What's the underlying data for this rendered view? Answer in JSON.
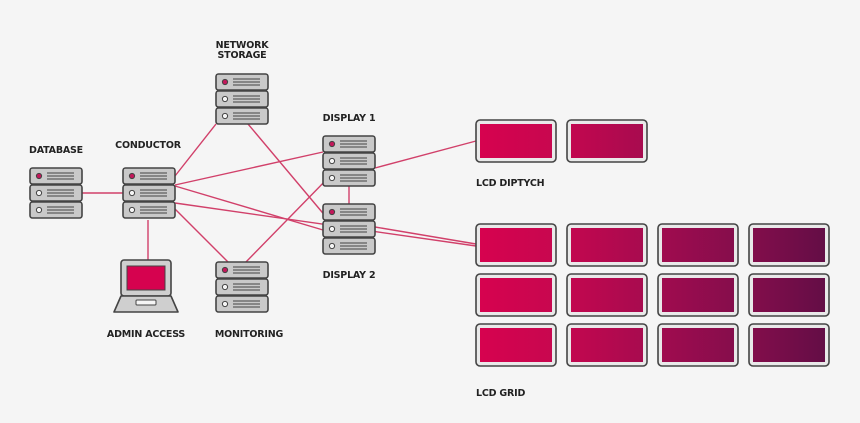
{
  "colors": {
    "background": "#f5f5f5",
    "link": "#d1406a",
    "server_fill": "#c9c9c9",
    "server_stroke": "#444444",
    "led": "#c2185b",
    "screen_bezel": "#444444",
    "screen_gradient": [
      "#d6024f",
      "#c0074f",
      "#9e0b4f",
      "#800d4c",
      "#680d47"
    ]
  },
  "nodes": {
    "network_storage": {
      "label_line1": "NETWORK",
      "label_line2": "STORAGE",
      "icon": "server-rack-icon"
    },
    "database": {
      "label": "DATABASE",
      "icon": "server-rack-icon"
    },
    "conductor": {
      "label": "CONDUCTOR",
      "icon": "server-rack-icon"
    },
    "display1": {
      "label": "DISPLAY 1",
      "icon": "server-rack-icon"
    },
    "display2": {
      "label": "DISPLAY 2",
      "icon": "server-rack-icon"
    },
    "admin_access": {
      "label": "ADMIN ACCESS",
      "icon": "laptop-icon"
    },
    "monitoring": {
      "label": "MONITORING",
      "icon": "server-rack-icon"
    }
  },
  "screens": {
    "lcd_diptych": {
      "label": "LCD DIPTYCH",
      "rows": 1,
      "cols": 2
    },
    "lcd_grid": {
      "label": "LCD GRID",
      "rows": 3,
      "cols": 4
    }
  },
  "links": [
    [
      "database",
      "conductor"
    ],
    [
      "conductor",
      "network_storage"
    ],
    [
      "conductor",
      "display1"
    ],
    [
      "conductor",
      "display2"
    ],
    [
      "conductor",
      "monitoring"
    ],
    [
      "conductor",
      "admin_access"
    ],
    [
      "conductor",
      "lcd_grid"
    ],
    [
      "network_storage",
      "display2"
    ],
    [
      "monitoring",
      "display1"
    ],
    [
      "display1",
      "display2"
    ],
    [
      "display1",
      "lcd_diptych"
    ],
    [
      "display2",
      "lcd_grid"
    ]
  ]
}
